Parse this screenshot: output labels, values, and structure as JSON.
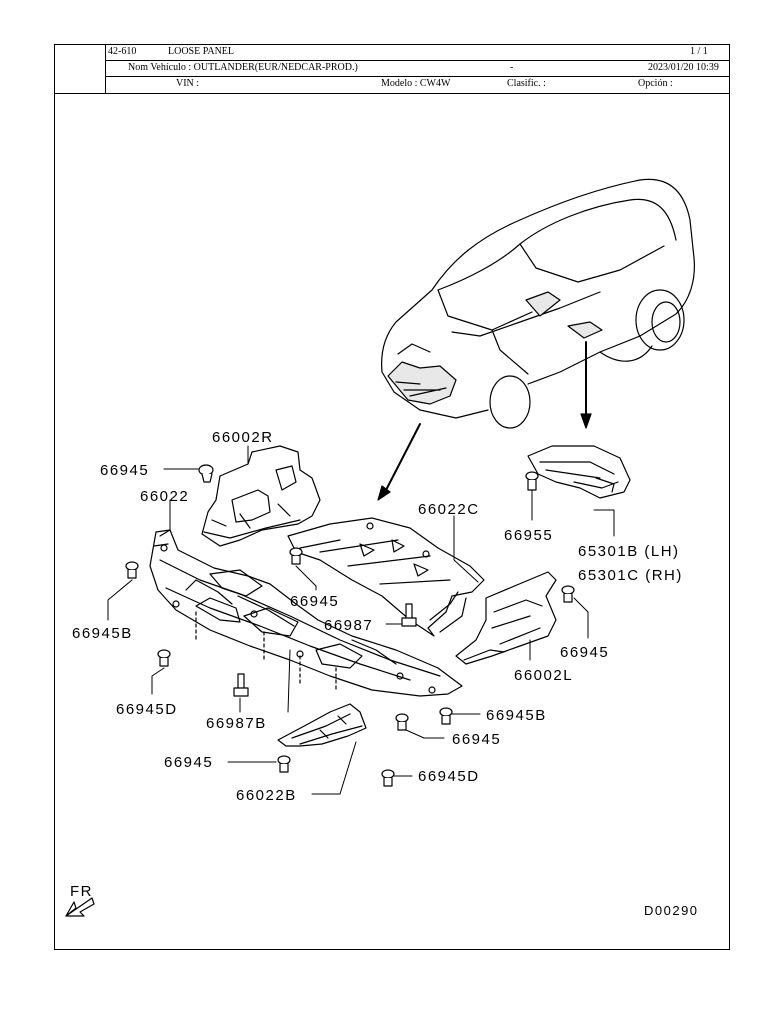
{
  "header": {
    "group": "42-610",
    "title": "LOOSE PANEL",
    "page": "1 / 1",
    "vehicle": "Nom Vehículo : OUTLANDER(EUR/NEDCAR-PROD.)",
    "dash": "-",
    "datetime": "2023/01/20 10:39",
    "vin": "VIN :",
    "model": "Modelo : CW4W",
    "classif": "Clasific. :",
    "option": "Opción :"
  },
  "diagram": {
    "labels": {
      "p66002R": "66002R",
      "p66945_a": "66945",
      "p66022": "66022",
      "p66022C": "66022C",
      "p66955": "66955",
      "p65301B": "65301B (LH)",
      "p65301C": "65301C (RH)",
      "p66945_b": "66945",
      "p66987": "66987",
      "p66945B_a": "66945B",
      "p66945_c": "66945",
      "p66002L": "66002L",
      "p66945D_a": "66945D",
      "p66987B": "66987B",
      "p66945B_b": "66945B",
      "p66945_d": "66945",
      "p66945_e": "66945",
      "p66945D_b": "66945D",
      "p66022B": "66022B"
    },
    "fr_label": "FR",
    "code": "D00290"
  }
}
